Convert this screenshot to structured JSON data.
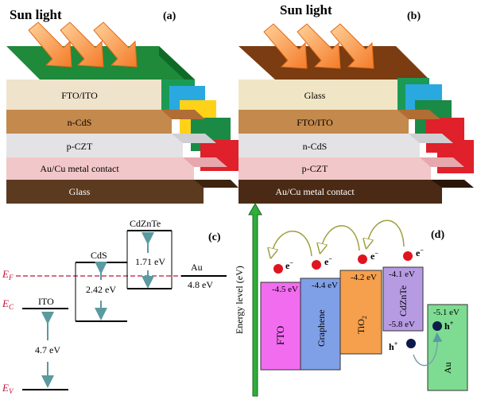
{
  "panel_a": {
    "sunlight": "Sun light",
    "tag": "(a)",
    "layers": [
      "FTO/ITO",
      "n-CdS",
      "p-CZT",
      "Au/Cu metal contact",
      "Glass"
    ]
  },
  "panel_b": {
    "sunlight": "Sun light",
    "tag": "(b)",
    "layers": [
      "Glass",
      "FTO/ITO",
      "n-CdS",
      "p-CZT",
      "Au/Cu metal contact"
    ]
  },
  "panel_c": {
    "tag": "(c)",
    "ef": "E",
    "ef_sub": "F",
    "ec": "E",
    "ec_sub": "C",
    "ev": "E",
    "ev_sub": "V",
    "ito": "ITO",
    "ito_gap": "4.7 eV",
    "cds": "CdS",
    "cds_gap": "2.42 eV",
    "cdznte": "CdZnTe",
    "cdznte_gap": "1.71 eV",
    "au": "Au",
    "au_val": "4.8 eV"
  },
  "panel_d": {
    "tag": "(d)",
    "axis_label": "Energy level (eV)",
    "electron": "e",
    "electron_sup": "−",
    "hole": "h",
    "hole_sup": "+",
    "layers": [
      {
        "name": "FTO",
        "value": "-4.5 eV",
        "color": "#f26cf0"
      },
      {
        "name": "Graphene",
        "value": "-4.4 eV",
        "color": "#7f9fe6"
      },
      {
        "name": "TiO",
        "sub": "2",
        "value": "-4.2 eV",
        "color": "#f6a04d"
      },
      {
        "name": "CdZnTe",
        "value": "-4.1 eV",
        "value2": "-5.8 eV",
        "color": "#b69be3"
      },
      {
        "name": "Au",
        "value": "-5.1 eV",
        "color": "#7ddc92"
      }
    ]
  }
}
